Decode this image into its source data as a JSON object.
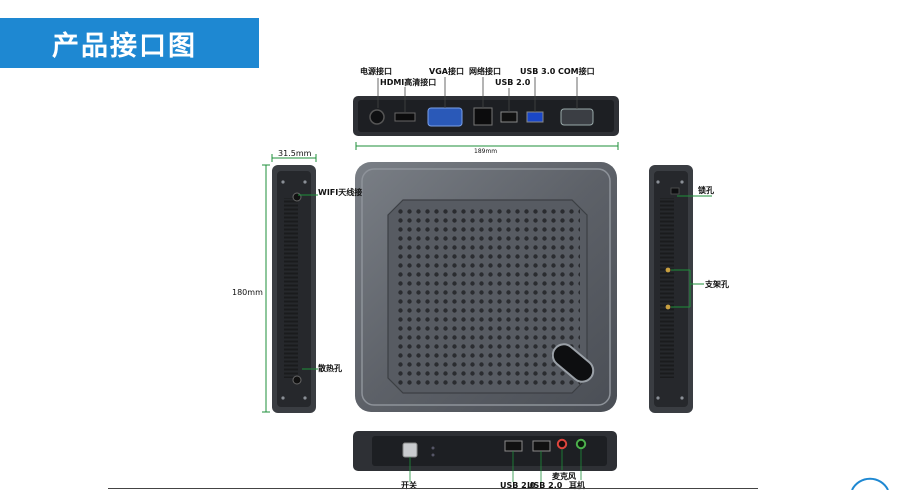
{
  "header": {
    "title": "产品接口图"
  },
  "top_view": {
    "labels": {
      "power": "电源接口",
      "hdmi": "HDMI高清接口",
      "vga": "VGA接口",
      "lan": "网络接口",
      "usb30": "USB 3.0",
      "usb20": "USB 2.0",
      "com": "COM接口"
    },
    "width_dim": "189mm"
  },
  "left_view": {
    "thickness_dim": "31.5mm",
    "height_dim": "180mm",
    "wifi": "WIFI天线接",
    "vent": "散热孔"
  },
  "right_view": {
    "lock": "锁孔",
    "mount": "支架孔"
  },
  "bottom_view": {
    "power_switch": "开关",
    "usb_a": "USB 2.0",
    "usb_b": "USB 2.0",
    "mic": "麦克风",
    "earphone": "耳机"
  }
}
